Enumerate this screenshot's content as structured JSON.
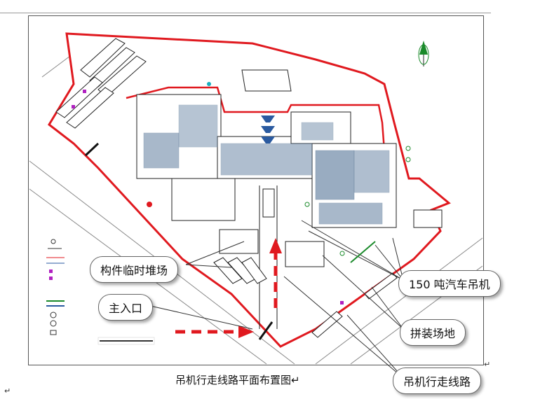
{
  "callouts": {
    "storage": "构件临时堆场",
    "entrance": "主入口",
    "crane": "150 吨汽车吊机",
    "assembly": "拼装场地",
    "route": "吊机行走线路"
  },
  "caption": "吊机行走线路平面布置图",
  "marks": {
    "return_symbol": "↵"
  },
  "colors": {
    "boundary": "#e0191f",
    "structure": "#4a6a8a",
    "line_dark": "#222222",
    "route_arrow": "#e0191f"
  }
}
